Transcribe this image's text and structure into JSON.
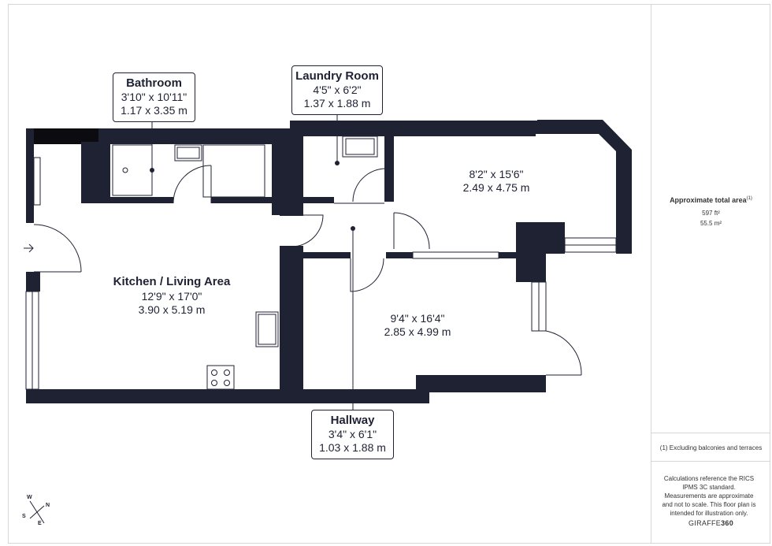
{
  "rooms": {
    "bathroom": {
      "name": "Bathroom",
      "dim_imperial": "3'10\" x 10'11\"",
      "dim_metric": "1.17 x 3.35 m"
    },
    "laundry": {
      "name": "Laundry Room",
      "dim_imperial": "4'5\" x 6'2\"",
      "dim_metric": "1.37 x 1.88 m"
    },
    "bedroom": {
      "dim_imperial": "8'2\" x 15'6\"",
      "dim_metric": "2.49 x 4.75 m"
    },
    "kitchen": {
      "name": "Kitchen / Living Area",
      "dim_imperial": "12'9\" x 17'0\"",
      "dim_metric": "3.90 x 5.19 m"
    },
    "reception": {
      "dim_imperial": "9'4\" x 16'4\"",
      "dim_metric": "2.85 x 4.99 m"
    },
    "hallway": {
      "name": "Hallway",
      "dim_imperial": "3'4\" x 6'1\"",
      "dim_metric": "1.03 x 1.88 m"
    }
  },
  "sidebar": {
    "total_title": "Approximate total area",
    "total_footnote_mark": "(1)",
    "total_sqft": "597 ft²",
    "total_sqm": "55.5 m²",
    "footnote": "(1) Excluding balconies and terraces",
    "disclaimer": "Calculations reference the RICS IPMS 3C standard. Measurements are approximate and not to scale. This floor plan is intended for illustration only.",
    "brand_prefix": "GIRAFFE",
    "brand_suffix": "360"
  },
  "compass": {
    "w": "W",
    "n": "N",
    "s": "S",
    "e": "E"
  },
  "colors": {
    "wall": "#1f2233",
    "line": "#1f2233",
    "background": "#ffffff"
  }
}
